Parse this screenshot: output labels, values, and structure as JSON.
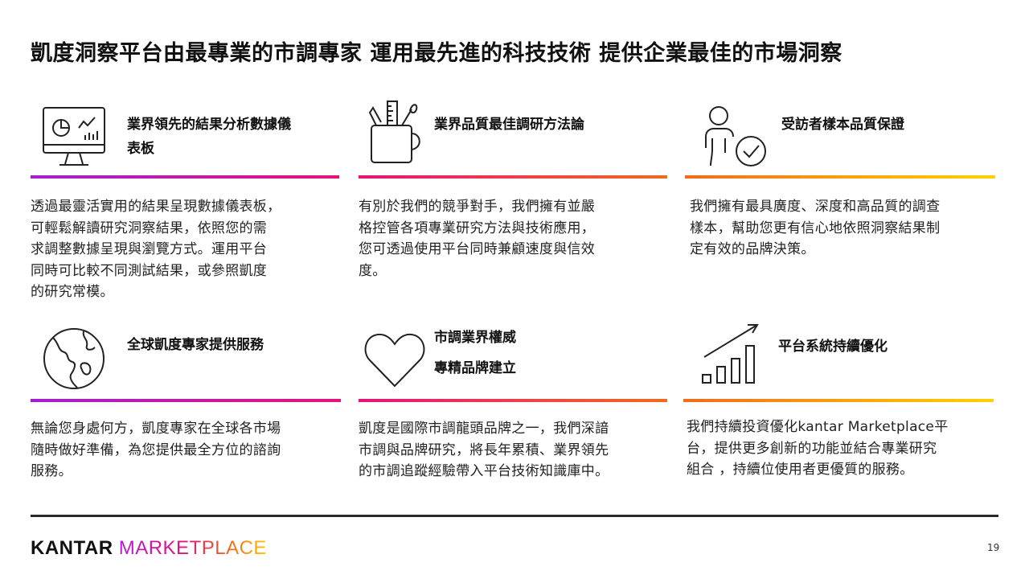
{
  "title": "凱度洞察平台由最專業的市調專家 運用最先進的科技技術  提供企業最佳的市場洞察",
  "cards": [
    {
      "icon": "dashboard-monitor-icon",
      "heading_lines": [
        "業界領先的結果分析數據儀",
        "表板"
      ],
      "body_lines": [
        "透過最靈活實用的結果呈現數據儀表板，",
        "可輕鬆解讀研究洞察結果，依照您的需",
        "求調整數據呈現與瀏覽方式。運用平台",
        "同時可比較不同測試結果，或參照凱度",
        "的研究常模。"
      ]
    },
    {
      "icon": "pencil-ruler-cup-icon",
      "heading_lines": [
        "業界品質最佳調研方法論"
      ],
      "body_lines": [
        "有別於我們的競爭對手，我們擁有並嚴",
        "格控管各項專業研究方法與技術應用，",
        "您可透過使用平台同時兼顧速度與信效",
        "度。"
      ]
    },
    {
      "icon": "person-check-icon",
      "heading_lines": [
        "受訪者樣本品質保證"
      ],
      "body_lines": [
        "我們擁有最具廣度、深度和高品質的調查",
        "樣本，幫助您更有信心地依照洞察結果制",
        "定有效的品牌決策。"
      ]
    },
    {
      "icon": "globe-icon",
      "heading_lines": [
        "全球凱度專家提供服務"
      ],
      "body_lines": [
        "無論您身處何方，凱度專家在全球各市場",
        "隨時做好準備，為您提供最全方位的諮詢",
        "服務。"
      ]
    },
    {
      "icon": "heart-icon",
      "heading_lines": [
        "市調業界權威",
        "專精品牌建立"
      ],
      "body_lines": [
        "凱度是國際市調龍頭品牌之一，我們深諳",
        "市調與品牌研究，將長年累積、業界領先",
        "的市調追蹤經驗帶入平台技術知識庫中。"
      ]
    },
    {
      "icon": "growth-chart-icon",
      "heading_lines": [
        "平台系統持續優化"
      ],
      "body_lines": [
        "我們持續投資優化kantar Marketplace平",
        "台，提供更多創新的功能並結合專業研究",
        "組合 ，持續位使用者更優質的服務。"
      ]
    }
  ],
  "logo": {
    "kantar": "KANTAR",
    "marketplace": "MARKETPLACE"
  },
  "page_number": "19",
  "colors": {
    "purple": "#a31fd1",
    "magenta": "#e5137a",
    "orange": "#f26a1d",
    "yellow": "#ffd200"
  }
}
